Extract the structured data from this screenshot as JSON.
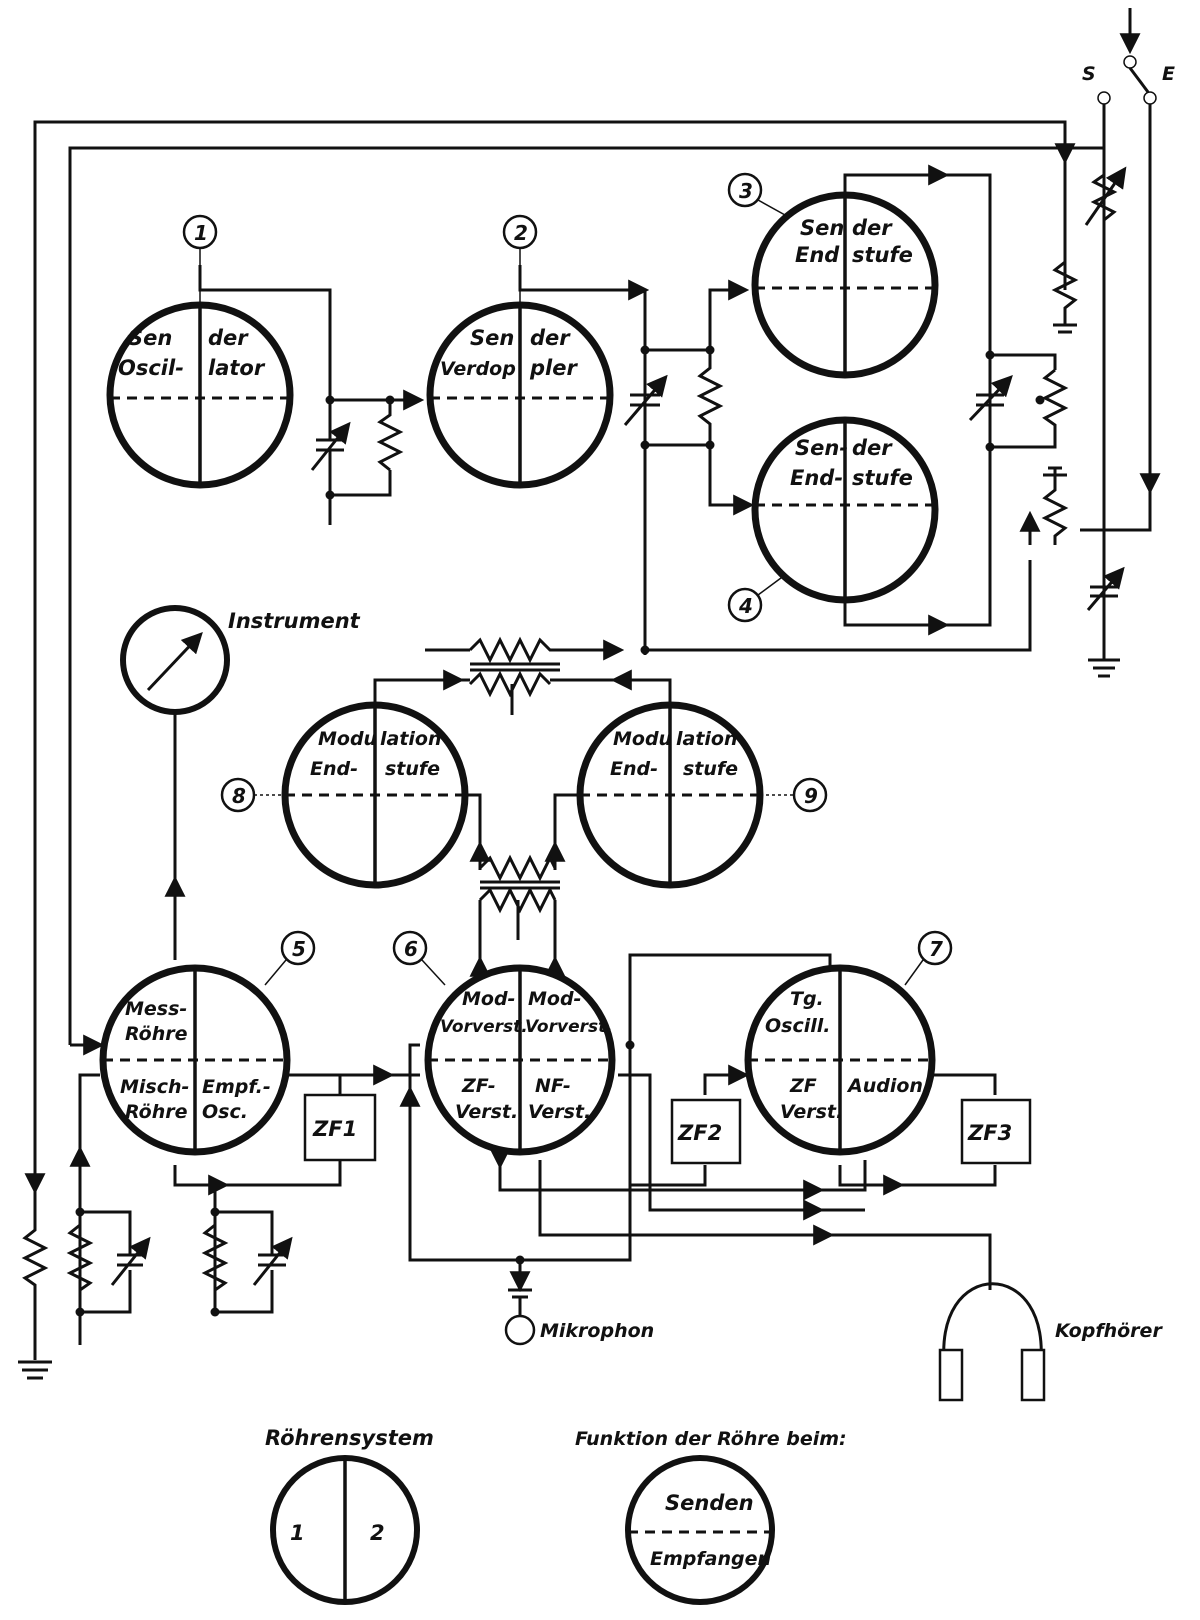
{
  "switch": {
    "s": "S",
    "e": "E"
  },
  "tubes": {
    "t1": {
      "number": "1",
      "top1": "Sen",
      "top2": "der",
      "top3": "Oscil-",
      "top4": "lator"
    },
    "t2": {
      "number": "2",
      "top1": "Sen",
      "top2": "der",
      "top3": "Verdop",
      "top4": "pler"
    },
    "t3": {
      "number": "3",
      "top1": "Sen",
      "top2": "der",
      "top3": "End",
      "top4": "stufe"
    },
    "t4": {
      "number": "4",
      "top1": "Sen-",
      "top2": "der",
      "top3": "End-",
      "top4": "stufe"
    },
    "t5": {
      "number": "5",
      "tl1": "Mess-",
      "tl2": "Röhre",
      "bl1": "Misch-",
      "bl2": "Röhre",
      "br1": "Empf.-",
      "br2": "Osc."
    },
    "t6": {
      "number": "6",
      "tl1": "Mod-",
      "tl2": "Vorverst.",
      "tr1": "Mod-",
      "tr2": "Vorverst.",
      "bl1": "ZF-",
      "bl2": "Verst.",
      "br1": "NF-",
      "br2": "Verst."
    },
    "t7": {
      "number": "7",
      "tl1": "Tg.",
      "tl2": "Oscill.",
      "bl1": "ZF",
      "bl2": "Verst.",
      "br1": "Audion"
    },
    "t8": {
      "number": "8",
      "top1": "Modu",
      "top2": "lation",
      "top3": "End-",
      "top4": "stufe"
    },
    "t9": {
      "number": "9",
      "top1": "Modu",
      "top2": "lation",
      "top3": "End-",
      "top4": "stufe"
    }
  },
  "labels": {
    "instrument": "Instrument",
    "mikrophon": "Mikrophon",
    "kopfhoerer": "Kopfhörer",
    "zf1": "ZF1",
    "zf2": "ZF2",
    "zf3": "ZF3"
  },
  "legend": {
    "system_title": "Röhrensystem",
    "system_left": "1",
    "system_right": "2",
    "function_title": "Funktion der Röhre beim:",
    "function_top": "Senden",
    "function_bottom": "Empfangen"
  }
}
